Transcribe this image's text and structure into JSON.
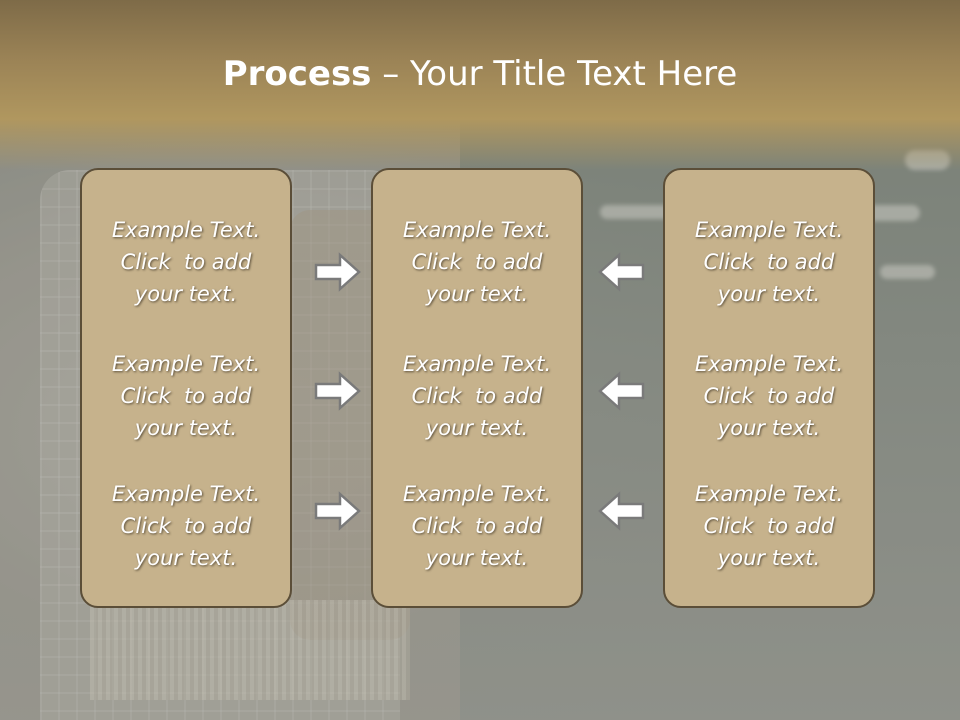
{
  "title": {
    "strong": "Process",
    "rest": " – Your Title Text Here"
  },
  "columns": [
    {
      "items": [
        {
          "line1": "Example Text.",
          "line2": "Click  to add",
          "line3": "your text."
        },
        {
          "line1": "Example Text.",
          "line2": "Click  to add",
          "line3": "your text."
        },
        {
          "line1": "Example Text.",
          "line2": "Click  to add",
          "line3": "your text."
        }
      ]
    },
    {
      "items": [
        {
          "line1": "Example Text.",
          "line2": "Click  to add",
          "line3": "your text."
        },
        {
          "line1": "Example Text.",
          "line2": "Click  to add",
          "line3": "your text."
        },
        {
          "line1": "Example Text.",
          "line2": "Click  to add",
          "line3": "your text."
        }
      ]
    },
    {
      "items": [
        {
          "line1": "Example Text.",
          "line2": "Click  to add",
          "line3": "your text."
        },
        {
          "line1": "Example Text.",
          "line2": "Click  to add",
          "line3": "your text."
        },
        {
          "line1": "Example Text.",
          "line2": "Click  to add",
          "line3": "your text."
        }
      ]
    }
  ],
  "colors": {
    "box_fill": "#c6b28c",
    "box_border": "#5b4e38",
    "title_band": "#9b8356",
    "arrow_fill": "#ffffff",
    "arrow_stroke": "#7a7a7a"
  },
  "icons": {
    "left_arrows": "right-arrow-icon",
    "right_arrows": "left-arrow-icon"
  }
}
